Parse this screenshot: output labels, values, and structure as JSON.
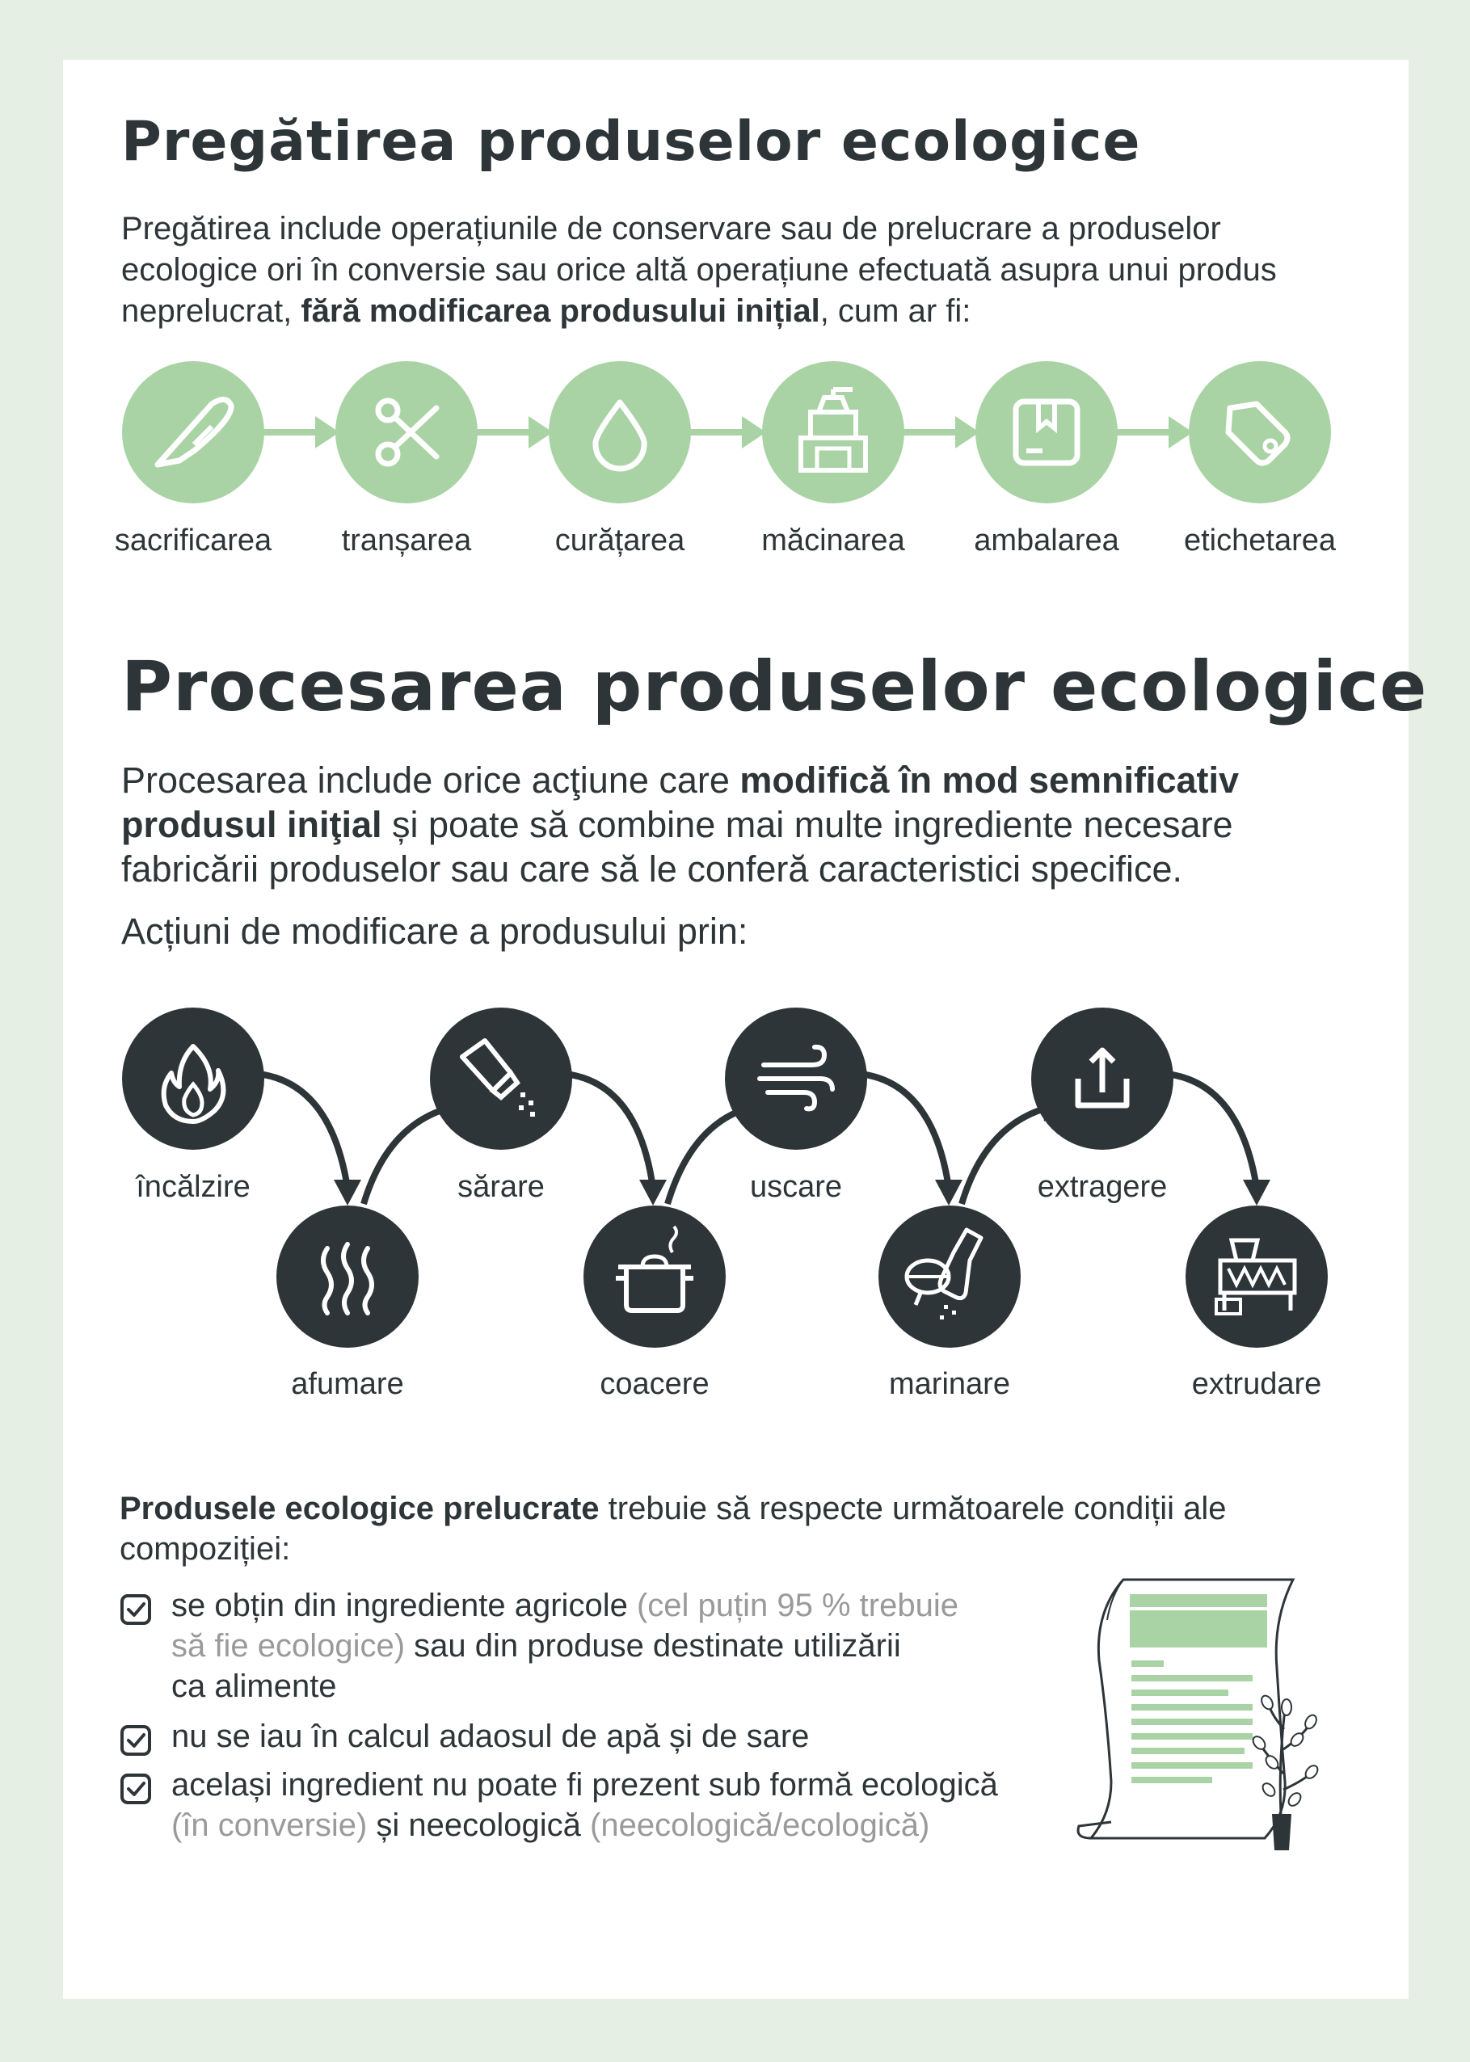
{
  "section1": {
    "title": "Pregătirea produselor ecologice",
    "intro_line1": "Pregătirea include operațiunile de conservare sau de prelucrare a produselor",
    "intro_line2": "ecologice ori în conversie sau orice altă operațiune efectuată asupra unui produs",
    "intro_line3_start": "neprelucrat, ",
    "intro_line3_bold": "fără modificarea produsului inițial",
    "intro_line3_end": ", cum ar fi:",
    "steps": [
      {
        "label": "sacrificarea",
        "icon": "knife-icon"
      },
      {
        "label": "tranșarea",
        "icon": "scissors-icon"
      },
      {
        "label": "curățarea",
        "icon": "water-drop-icon"
      },
      {
        "label": "măcinarea",
        "icon": "grinder-icon"
      },
      {
        "label": "ambalarea",
        "icon": "package-icon"
      },
      {
        "label": "etichetarea",
        "icon": "tag-icon"
      }
    ],
    "step_circle_color": "#a9d3a5"
  },
  "section2": {
    "title": "Procesarea produselor ecologice",
    "intro_part1": "Procesarea include orice acţiune care ",
    "intro_bold1": "modifică în mod semnificativ",
    "intro_bold2": "produsul iniţial",
    "intro_part2": " și poate să combine mai multe ingrediente necesare",
    "intro_line3": "fabricării produselor sau care să le conferă caracteristici specifice.",
    "actions_heading": "Acțiuni de modificare a produsului prin:",
    "actions": [
      {
        "label": "încălzire",
        "icon": "fire-icon"
      },
      {
        "label": "afumare",
        "icon": "smoke-icon"
      },
      {
        "label": "sărare",
        "icon": "salt-shaker-icon"
      },
      {
        "label": "coacere",
        "icon": "cooking-pot-icon"
      },
      {
        "label": "uscare",
        "icon": "wind-icon"
      },
      {
        "label": "marinare",
        "icon": "marinade-icon"
      },
      {
        "label": "extragere",
        "icon": "extract-icon"
      },
      {
        "label": "extrudare",
        "icon": "extruder-icon"
      }
    ],
    "action_circle_color": "#2e3538"
  },
  "conditions": {
    "intro_bold": "Produsele ecologice prelucrate",
    "intro_rest": " trebuie să respecte următoarele condiții ale",
    "intro_line2": "compoziției:",
    "item1_a": "se obțin din ingrediente agricole ",
    "item1_gray1": "(cel puțin 95 % trebuie",
    "item1_gray2": "să fie ecologice)",
    "item1_b": " sau din produse destinate utilizării",
    "item1_c": "ca alimente",
    "item2": "nu se iau în calcul adaosul de apă și de sare",
    "item3_a": "același ingredient nu poate fi prezent sub formă ecologică",
    "item3_gray1": "(în conversie)",
    "item3_b": " și neecologică ",
    "item3_gray2": "(neecologică/ecologică)"
  },
  "colors": {
    "background": "#e5efe4",
    "card": "#ffffff",
    "text": "#2e3538",
    "green": "#a9d3a5",
    "gray_text": "#9a9a9a"
  }
}
